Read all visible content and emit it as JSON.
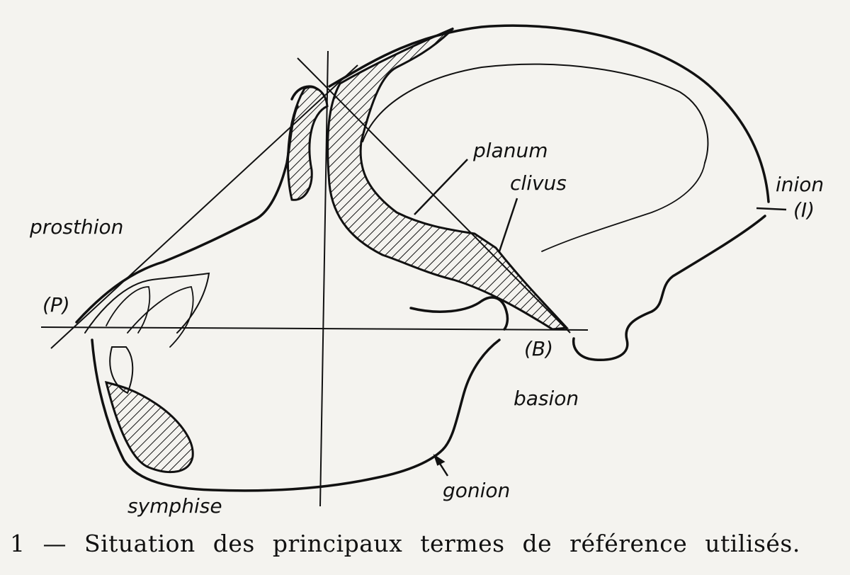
{
  "labels": {
    "planum": "planum",
    "clivus": "clivus",
    "inion": "inion",
    "inion_marker": "(I)",
    "prosthion": "prosthion",
    "prosthion_marker": "(P)",
    "basion_marker": "(B)",
    "basion": "basion",
    "gonion": "gonion",
    "symphise": "symphise"
  },
  "caption": "1 — Situation des principaux termes de référence utilisés.",
  "colors": {
    "ink": "#111111",
    "paper": "#f4f3ef"
  }
}
